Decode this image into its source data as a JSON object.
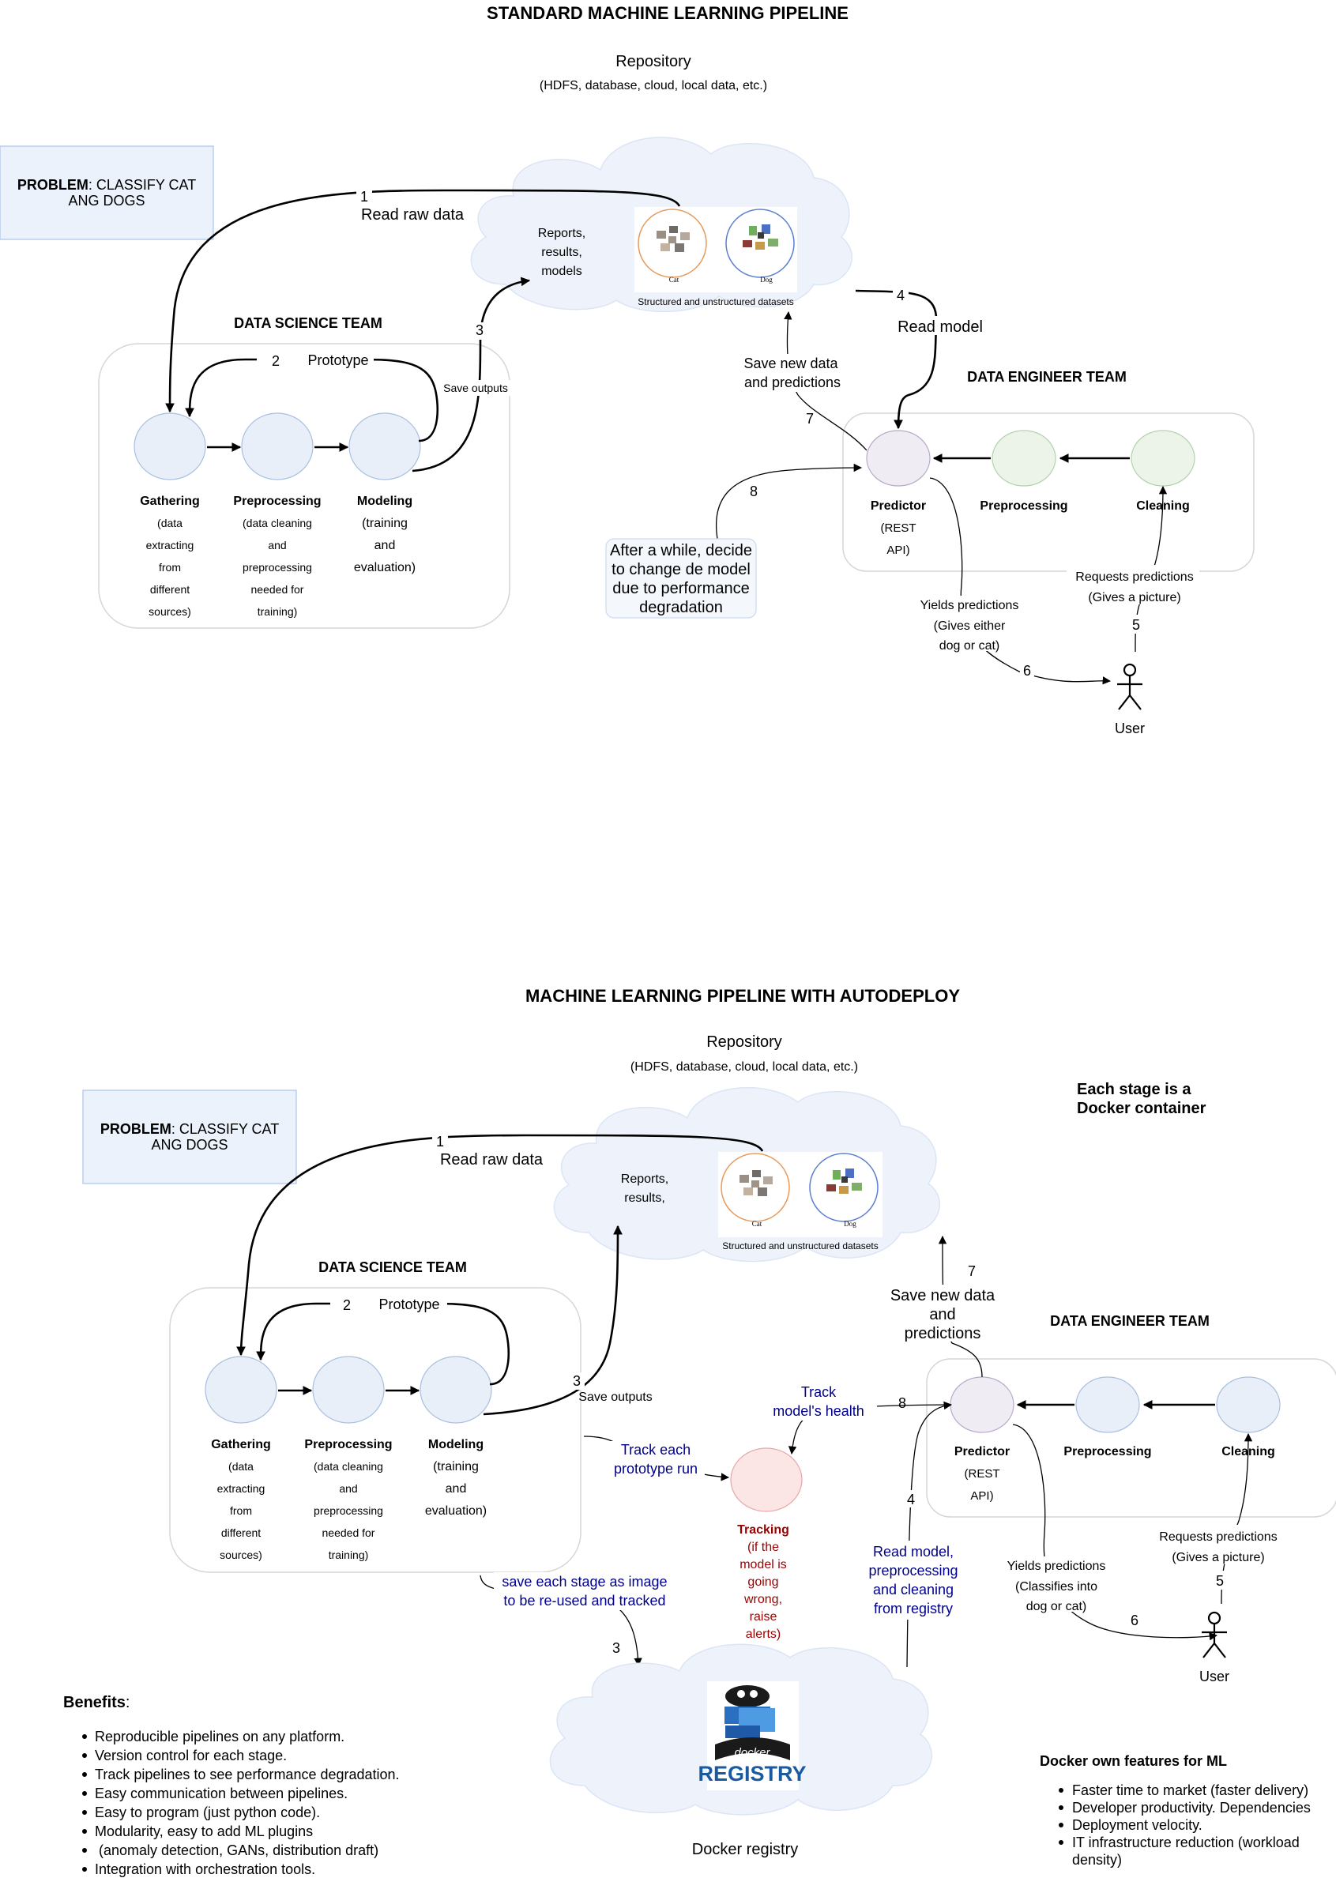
{
  "diagram1": {
    "title": "STANDARD MACHINE LEARNING PIPELINE",
    "repository": {
      "title": "Repository",
      "subtitle": "(HDFS, database, cloud, local data, etc.)"
    },
    "problem": {
      "bold": "PROBLEM",
      "rest1": ": CLASSIFY CAT",
      "rest2": "ANG DOGS"
    },
    "reports": [
      "Reports,",
      "results,",
      "models"
    ],
    "datasets_caption": "Structured and unstructured datasets",
    "cat_label": "Cat",
    "dog_label": "Dog",
    "ds_team": "DATA SCIENCE TEAM",
    "de_team": "DATA ENGINEER TEAM",
    "prototype": "Prototype",
    "save_outputs": "Save outputs",
    "read_raw_data": "Read raw data",
    "read_model": "Read model",
    "save_new_data": [
      "Save new data",
      "and predictions"
    ],
    "stages": [
      {
        "name": "Gathering",
        "desc": [
          "(data",
          "extracting",
          "from",
          "different",
          "sources)"
        ]
      },
      {
        "name": "Preprocessing",
        "desc": [
          "(data cleaning",
          "and",
          "preprocessing",
          "needed for",
          "training)"
        ]
      },
      {
        "name": "Modeling",
        "desc": [
          "(training",
          "and",
          "evaluation)"
        ]
      }
    ],
    "de_stages": [
      {
        "name": "Predictor",
        "desc": [
          "(REST",
          "API)"
        ]
      },
      {
        "name": "Preprocessing",
        "desc": []
      },
      {
        "name": "Cleaning",
        "desc": []
      }
    ],
    "change_model": [
      "After a while, decide",
      "to change de model",
      "due to performance",
      "degradation"
    ],
    "yields": [
      "Yields predictions",
      "(Gives either",
      "dog or cat)"
    ],
    "requests": [
      "Requests predictions",
      "(Gives a picture)"
    ],
    "user": "User",
    "steps": [
      "1",
      "2",
      "3",
      "4",
      "5",
      "6",
      "7",
      "8"
    ]
  },
  "diagram2": {
    "title": "MACHINE LEARNING PIPELINE WITH AUTODEPLOY",
    "repository": {
      "title": "Repository",
      "subtitle": "(HDFS, database, cloud, local data, etc.)"
    },
    "problem": {
      "bold": "PROBLEM",
      "rest1": ": CLASSIFY CAT",
      "rest2": "ANG DOGS"
    },
    "docker_note": [
      "Each stage is a",
      "Docker container"
    ],
    "reports": [
      "Reports,",
      "results,"
    ],
    "datasets_caption": "Structured and unstructured datasets",
    "cat_label": "Cat",
    "dog_label": "Dog",
    "ds_team": "DATA SCIENCE TEAM",
    "de_team": "DATA ENGINEER TEAM",
    "prototype": "Prototype",
    "save_outputs": "Save outputs",
    "read_raw_data": "Read raw data",
    "save_new_data": [
      "Save new data",
      "and",
      "predictions"
    ],
    "stages": [
      {
        "name": "Gathering",
        "desc": [
          "(data",
          "extracting",
          "from",
          "different",
          "sources)"
        ]
      },
      {
        "name": "Preprocessing",
        "desc": [
          "(data cleaning",
          "and",
          "preprocessing",
          "needed for",
          "training)"
        ]
      },
      {
        "name": "Modeling",
        "desc": [
          "(training",
          "and",
          "evaluation)"
        ]
      }
    ],
    "de_stages": [
      {
        "name": "Predictor",
        "desc": [
          "(REST",
          "API)"
        ]
      },
      {
        "name": "Preprocessing",
        "desc": []
      },
      {
        "name": "Cleaning",
        "desc": []
      }
    ],
    "track_prototype": [
      "Track each",
      "prototype run"
    ],
    "track_health": [
      "Track",
      "model's health"
    ],
    "tracking": {
      "name": "Tracking",
      "desc": [
        "(if the",
        "model is",
        "going",
        "wrong,",
        "raise",
        "alerts)"
      ]
    },
    "save_stage": [
      "save each stage as image",
      "to be re-used and tracked"
    ],
    "read_registry": [
      "Read model,",
      "preprocessing",
      "and cleaning",
      "from registry"
    ],
    "yields": [
      "Yields predictions",
      "(Classifies  into",
      "dog or cat)"
    ],
    "requests": [
      "Requests predictions",
      "(Gives a picture)"
    ],
    "user": "User",
    "registry_logo": {
      "top": "docker",
      "bottom": "REGISTRY"
    },
    "docker_registry": "Docker registry",
    "benefits": {
      "title": "Benefits",
      "colon": ":",
      "items": [
        "Reproducible pipelines on any platform.",
        "Version control for each stage.",
        "Track pipelines to see performance degradation.",
        "Easy communication between pipelines.",
        "Easy to program (just python code).",
        "Modularity, easy to add ML plugins",
        " (anomaly detection, GANs, distribution draft)",
        "Integration with orchestration tools."
      ]
    },
    "docker_features": {
      "title": "Docker own features for ML",
      "items": [
        "Faster time to market (faster delivery)",
        "Developer productivity. Dependencies",
        "Deployment velocity.",
        "IT infrastructure reduction (workload",
        "density)"
      ]
    },
    "steps": [
      "1",
      "2",
      "3",
      "3",
      "4",
      "5",
      "6",
      "7",
      "8"
    ]
  },
  "colors": {
    "node_blue": "#e8eff9",
    "node_green": "#ecf4ea",
    "node_purple": "#f0ecf4",
    "tracking_red": "#fbe5e5",
    "note_navy": "#00008b",
    "tracking_text": "#990000"
  }
}
